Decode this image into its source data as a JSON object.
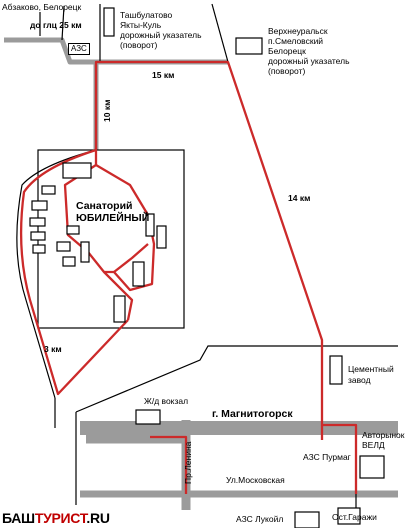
{
  "labels": {
    "abzakovo": "Абзаково, Белорецк",
    "to_glc": "до глц 25 км",
    "azs_top": "АЗС",
    "tashbulatovo": "Ташбулатово",
    "yakty_kul": "Якты-Куль",
    "sign_turn_1": "дорожный указатель",
    "turn_1": "(поворот)",
    "verkhneuralsk": "Верхнеуральск",
    "smelovsky": "п.Смеловский",
    "beloretsk": "Белорецк",
    "sign_turn_2": "дорожный указатель",
    "turn_2": "(поворот)",
    "dist_15": "15 км",
    "dist_10": "10 км",
    "dist_14": "14 км",
    "dist_3": "3 км",
    "sanatorium_1": "Санаторий",
    "sanatorium_2": "ЮБИЛЕЙНЫЙ",
    "cement_1": "Цементный",
    "cement_2": "завод",
    "rail_station": "Ж/д вокзал",
    "city": "г. Магнитогорск",
    "auto_market_1": "Авторынок",
    "auto_market_2": "ВЕЛД",
    "azs_purmag": "АЗС Пурмаг",
    "pr_lenina": "Пр.Ленина",
    "ul_moskovskaya": "Ул.Московская",
    "azs_lukoil": "АЗС Лукойл",
    "ost_garazhi": "Ост.Гаражи"
  },
  "logo": {
    "part1": "БАШ",
    "part2": "ТУРИСТ",
    "part3": ".RU"
  },
  "colors": {
    "route": "#cc2a2a",
    "road": "#9b9b9b",
    "line": "#000000"
  }
}
